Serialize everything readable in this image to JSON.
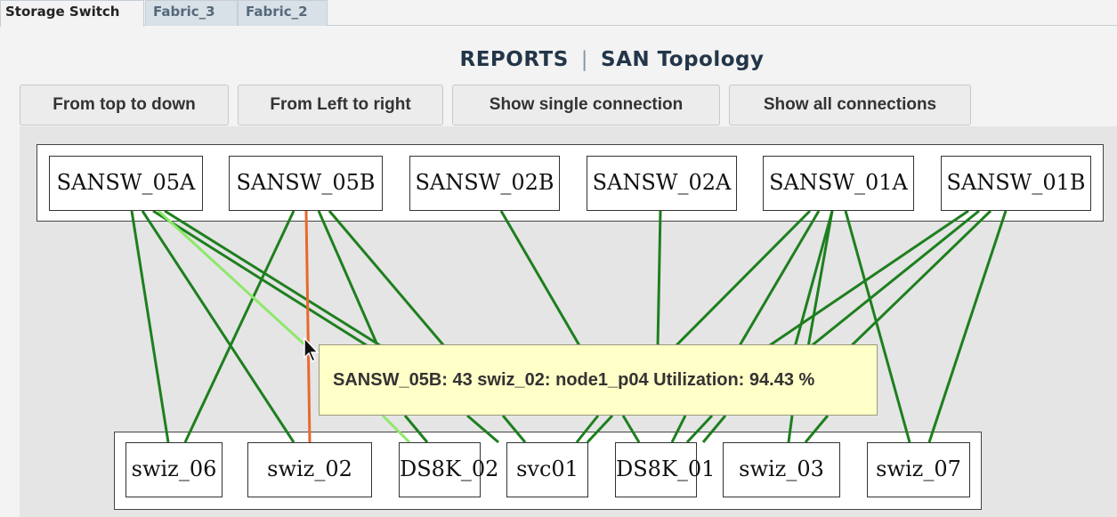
{
  "tabs": [
    {
      "label": "Storage Switch",
      "active": true
    },
    {
      "label": "Fabric_3",
      "active": false
    },
    {
      "label": "Fabric_2",
      "active": false
    }
  ],
  "header": {
    "section": "REPORTS",
    "separator": "|",
    "page": "SAN Topology"
  },
  "toolbar": {
    "top_down": "From top to down",
    "left_right": "From Left to right",
    "single": "Show single connection",
    "all": "Show all connections"
  },
  "switches": [
    "SANSW_05A",
    "SANSW_05B",
    "SANSW_02B",
    "SANSW_02A",
    "SANSW_01A",
    "SANSW_01B"
  ],
  "devices": [
    "swiz_06",
    "swiz_02",
    "DS8K_02",
    "svc01",
    "DS8K_01",
    "swiz_03",
    "swiz_07"
  ],
  "tooltip": {
    "text": "SANSW_05B: 43 swiz_02: node1_p04 Utilization: 94.43 %"
  },
  "colors": {
    "link": "#1e7f1e",
    "selected_link": "#e8692c",
    "hover_link": "#8ee86a",
    "tooltip_bg": "#ffffc8"
  }
}
